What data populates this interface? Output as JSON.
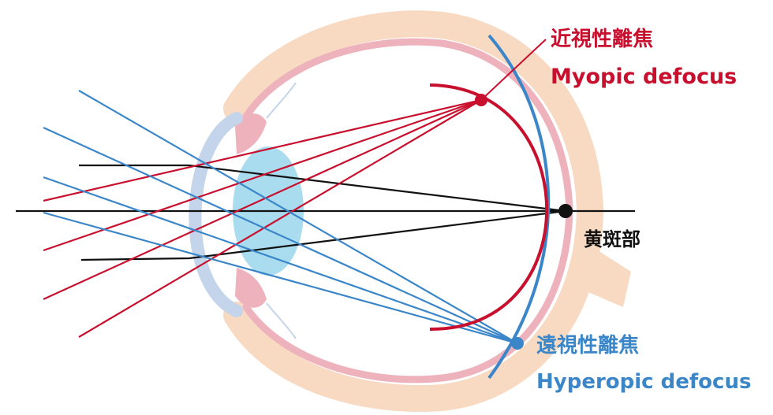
{
  "labels": {
    "myopic": {
      "jp": "近視性離焦",
      "en": "Myopic defocus"
    },
    "hyperopic": {
      "jp": "遠視性離焦",
      "en": "Hyperopic defocus"
    },
    "macula": "黄斑部"
  },
  "colors": {
    "red": "#c8102e",
    "blue": "#3a86c8",
    "black": "#111111",
    "sclera": "#f8d9c2",
    "choroid": "#eeb2bd",
    "cornea": "#c4d4ea",
    "lens": "#a9dcef"
  }
}
